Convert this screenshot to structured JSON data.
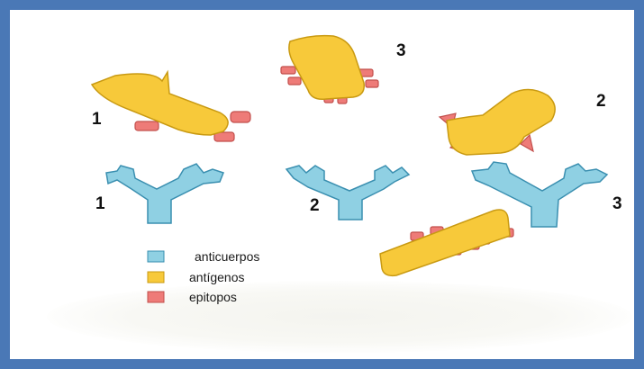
{
  "colors": {
    "frame": "#4a78b6",
    "antibody": "#8fd0e3",
    "antibody_stroke": "#3a8fb0",
    "antigen": "#f7c93a",
    "antigen_stroke": "#c99a12",
    "epitope": "#ee7b78",
    "epitope_stroke": "#c24f4c"
  },
  "antigen_labels": [
    "1",
    "3",
    "2"
  ],
  "antibody_labels": [
    "1",
    "2",
    "3"
  ],
  "legend": [
    {
      "label": "anticuerpos",
      "color": "#8fd0e3"
    },
    {
      "label": "antígenos",
      "color": "#f7c93a"
    },
    {
      "label": "epitopos",
      "color": "#ee7b78"
    }
  ]
}
